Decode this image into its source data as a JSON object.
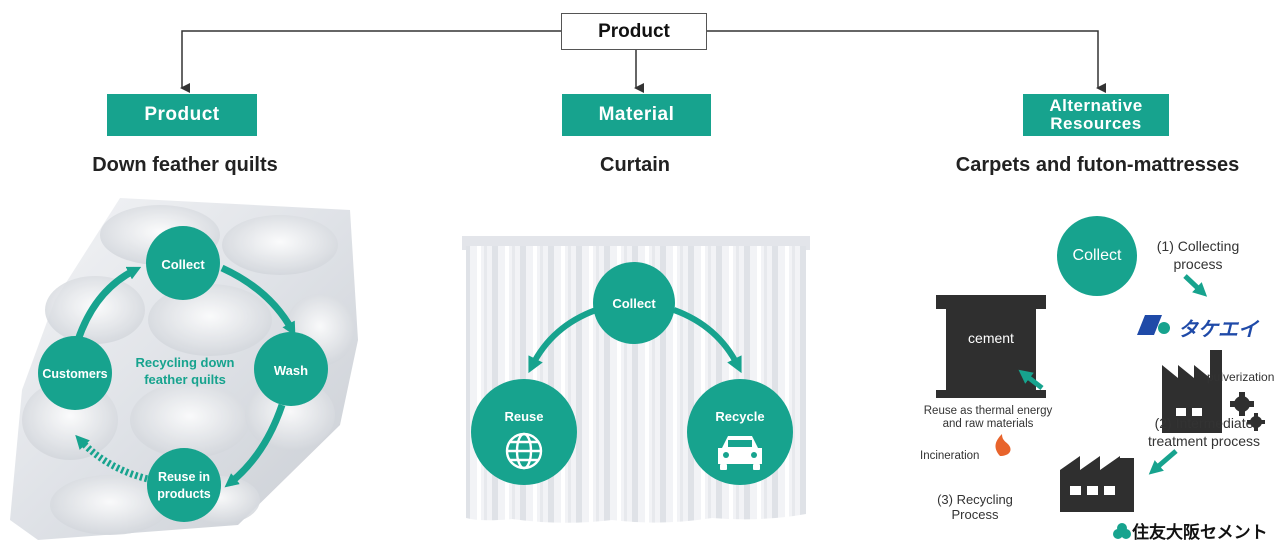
{
  "top": {
    "label": "Product"
  },
  "columns": [
    {
      "category": "Product",
      "subtitle": "Down feather quilts"
    },
    {
      "category": "Material",
      "subtitle": "Curtain"
    },
    {
      "category_line1": "Alternative",
      "category_line2": "Resources",
      "subtitle": "Carpets and futon-mattresses"
    }
  ],
  "quilt_cycle": {
    "collect": "Collect",
    "wash": "Wash",
    "reuse_line1": "Reuse in",
    "reuse_line2": "products",
    "customers": "Customers",
    "center_line1": "Recycling down",
    "center_line2": "feather quilts"
  },
  "curtain": {
    "collect": "Collect",
    "reuse": "Reuse",
    "recycle": "Recycle",
    "reuse_icon": "globe-icon",
    "recycle_icon": "car-icon"
  },
  "carpet": {
    "collect": "Collect",
    "step1_line1": "(1) Collecting",
    "step1_line2": "process",
    "company1_logo": "タケエイ",
    "pulverization": "pulverization",
    "step2_line1": "(2) Intermediate",
    "step2_line2": "treatment process",
    "cement": "cement",
    "reuse_line1": "Reuse as thermal energy",
    "reuse_line2": "and raw materials",
    "incineration": "Incineration",
    "step3_line1": "(3) Recycling",
    "step3_line2": "Process",
    "company2_logo": "住友大阪セメント"
  },
  "colors": {
    "teal": "#17a38e",
    "dark": "#2f2f2f",
    "fire": "#e8642c",
    "logo_blue": "#1f4aa8"
  }
}
